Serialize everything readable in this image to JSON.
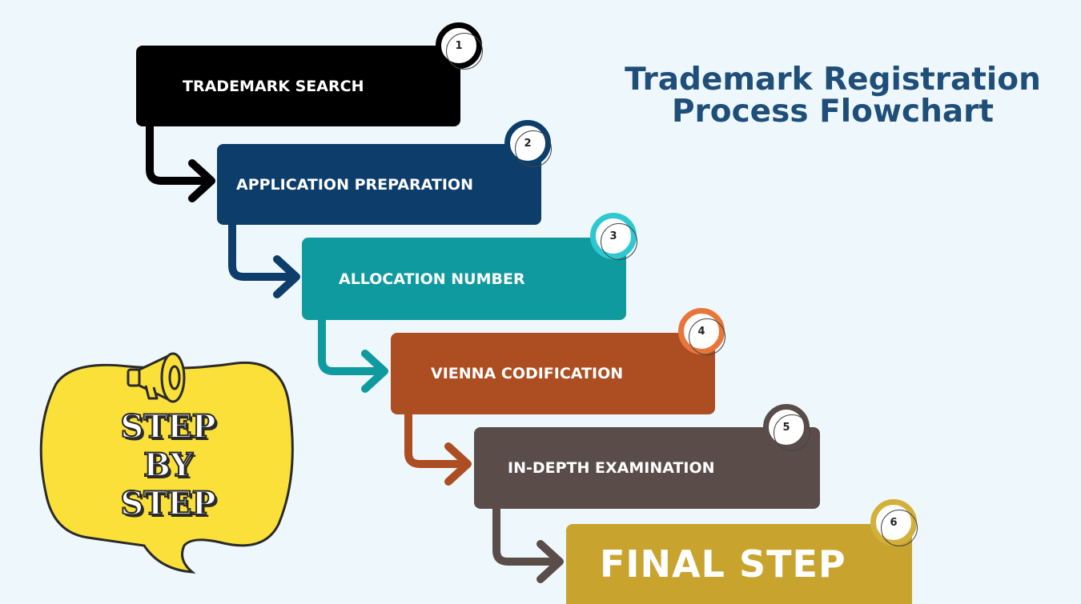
{
  "title": {
    "line1": "Trademark Registration",
    "line2": "Process Flowchart"
  },
  "steps": [
    {
      "number": "1",
      "label": "TRADEMARK SEARCH",
      "color": "#000000"
    },
    {
      "number": "2",
      "label": "APPLICATION PREPARATION",
      "color": "#0c3d6b"
    },
    {
      "number": "3",
      "label": "ALLOCATION NUMBER",
      "color": "#0f9aa0"
    },
    {
      "number": "4",
      "label": "VIENNA CODIFICATION",
      "color": "#ad4d22"
    },
    {
      "number": "5",
      "label": "IN-DEPTH EXAMINATION",
      "color": "#5a4d49"
    },
    {
      "number": "6",
      "label": "FINAL STEP",
      "color": "#c8a42f"
    }
  ],
  "callout": {
    "line1": "STEP",
    "line2": "BY",
    "line3": "STEP",
    "icon": "megaphone-icon",
    "color": "#fbe03a"
  },
  "background_color": "#eef8fc",
  "title_color": "#1f4e79"
}
